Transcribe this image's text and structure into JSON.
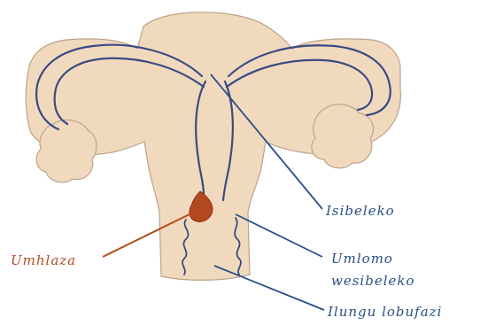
{
  "colors": {
    "organ_fill": "#f1d9be",
    "organ_outline": "#b9a48b",
    "tube_line": "#3a4b82",
    "pointer_blue": "#2a4f86",
    "pointer_red": "#b54a1f",
    "growth_fill": "#b3471d"
  },
  "labels": {
    "uterus": "Isibeleko",
    "cervix_line1": "Umlomo",
    "cervix_line2": "wesibeleko",
    "vagina": "Ilungu lobufazi",
    "growth": "Umhlaza"
  }
}
